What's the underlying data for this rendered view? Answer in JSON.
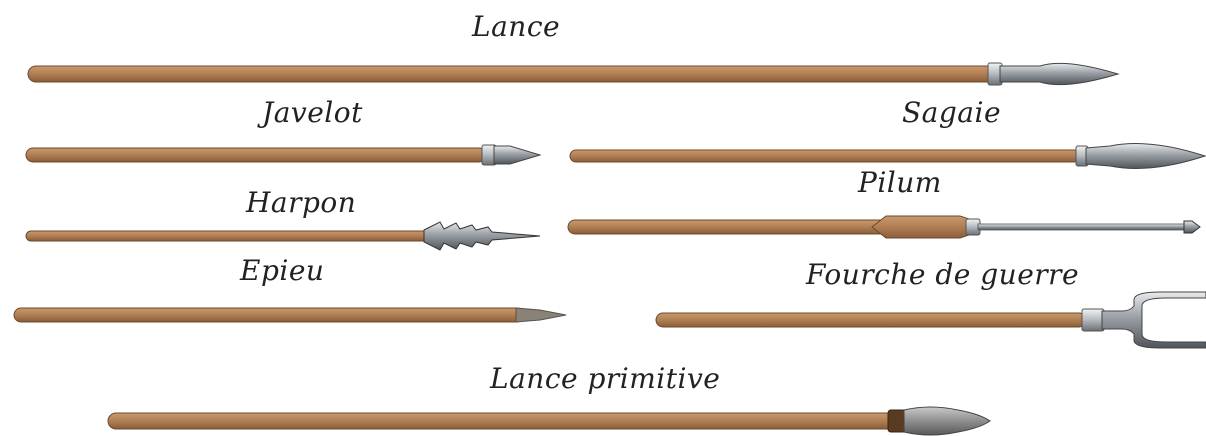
{
  "weapons": [
    {
      "id": "lance",
      "label": "Lance"
    },
    {
      "id": "javelot",
      "label": "Javelot"
    },
    {
      "id": "sagaie",
      "label": "Sagaie"
    },
    {
      "id": "harpon",
      "label": "Harpon"
    },
    {
      "id": "pilum",
      "label": "Pilum"
    },
    {
      "id": "epieu",
      "label": "Epieu"
    },
    {
      "id": "fourche",
      "label": "Fourche de guerre"
    },
    {
      "id": "lance-primitive",
      "label": "Lance primitive"
    }
  ],
  "colors": {
    "wood": "#b07e53",
    "wood_dark": "#8a5d38",
    "metal": "#9aa0a6",
    "metal_light": "#e4e7ea",
    "metal_dark": "#555b61",
    "label": "#222222"
  }
}
